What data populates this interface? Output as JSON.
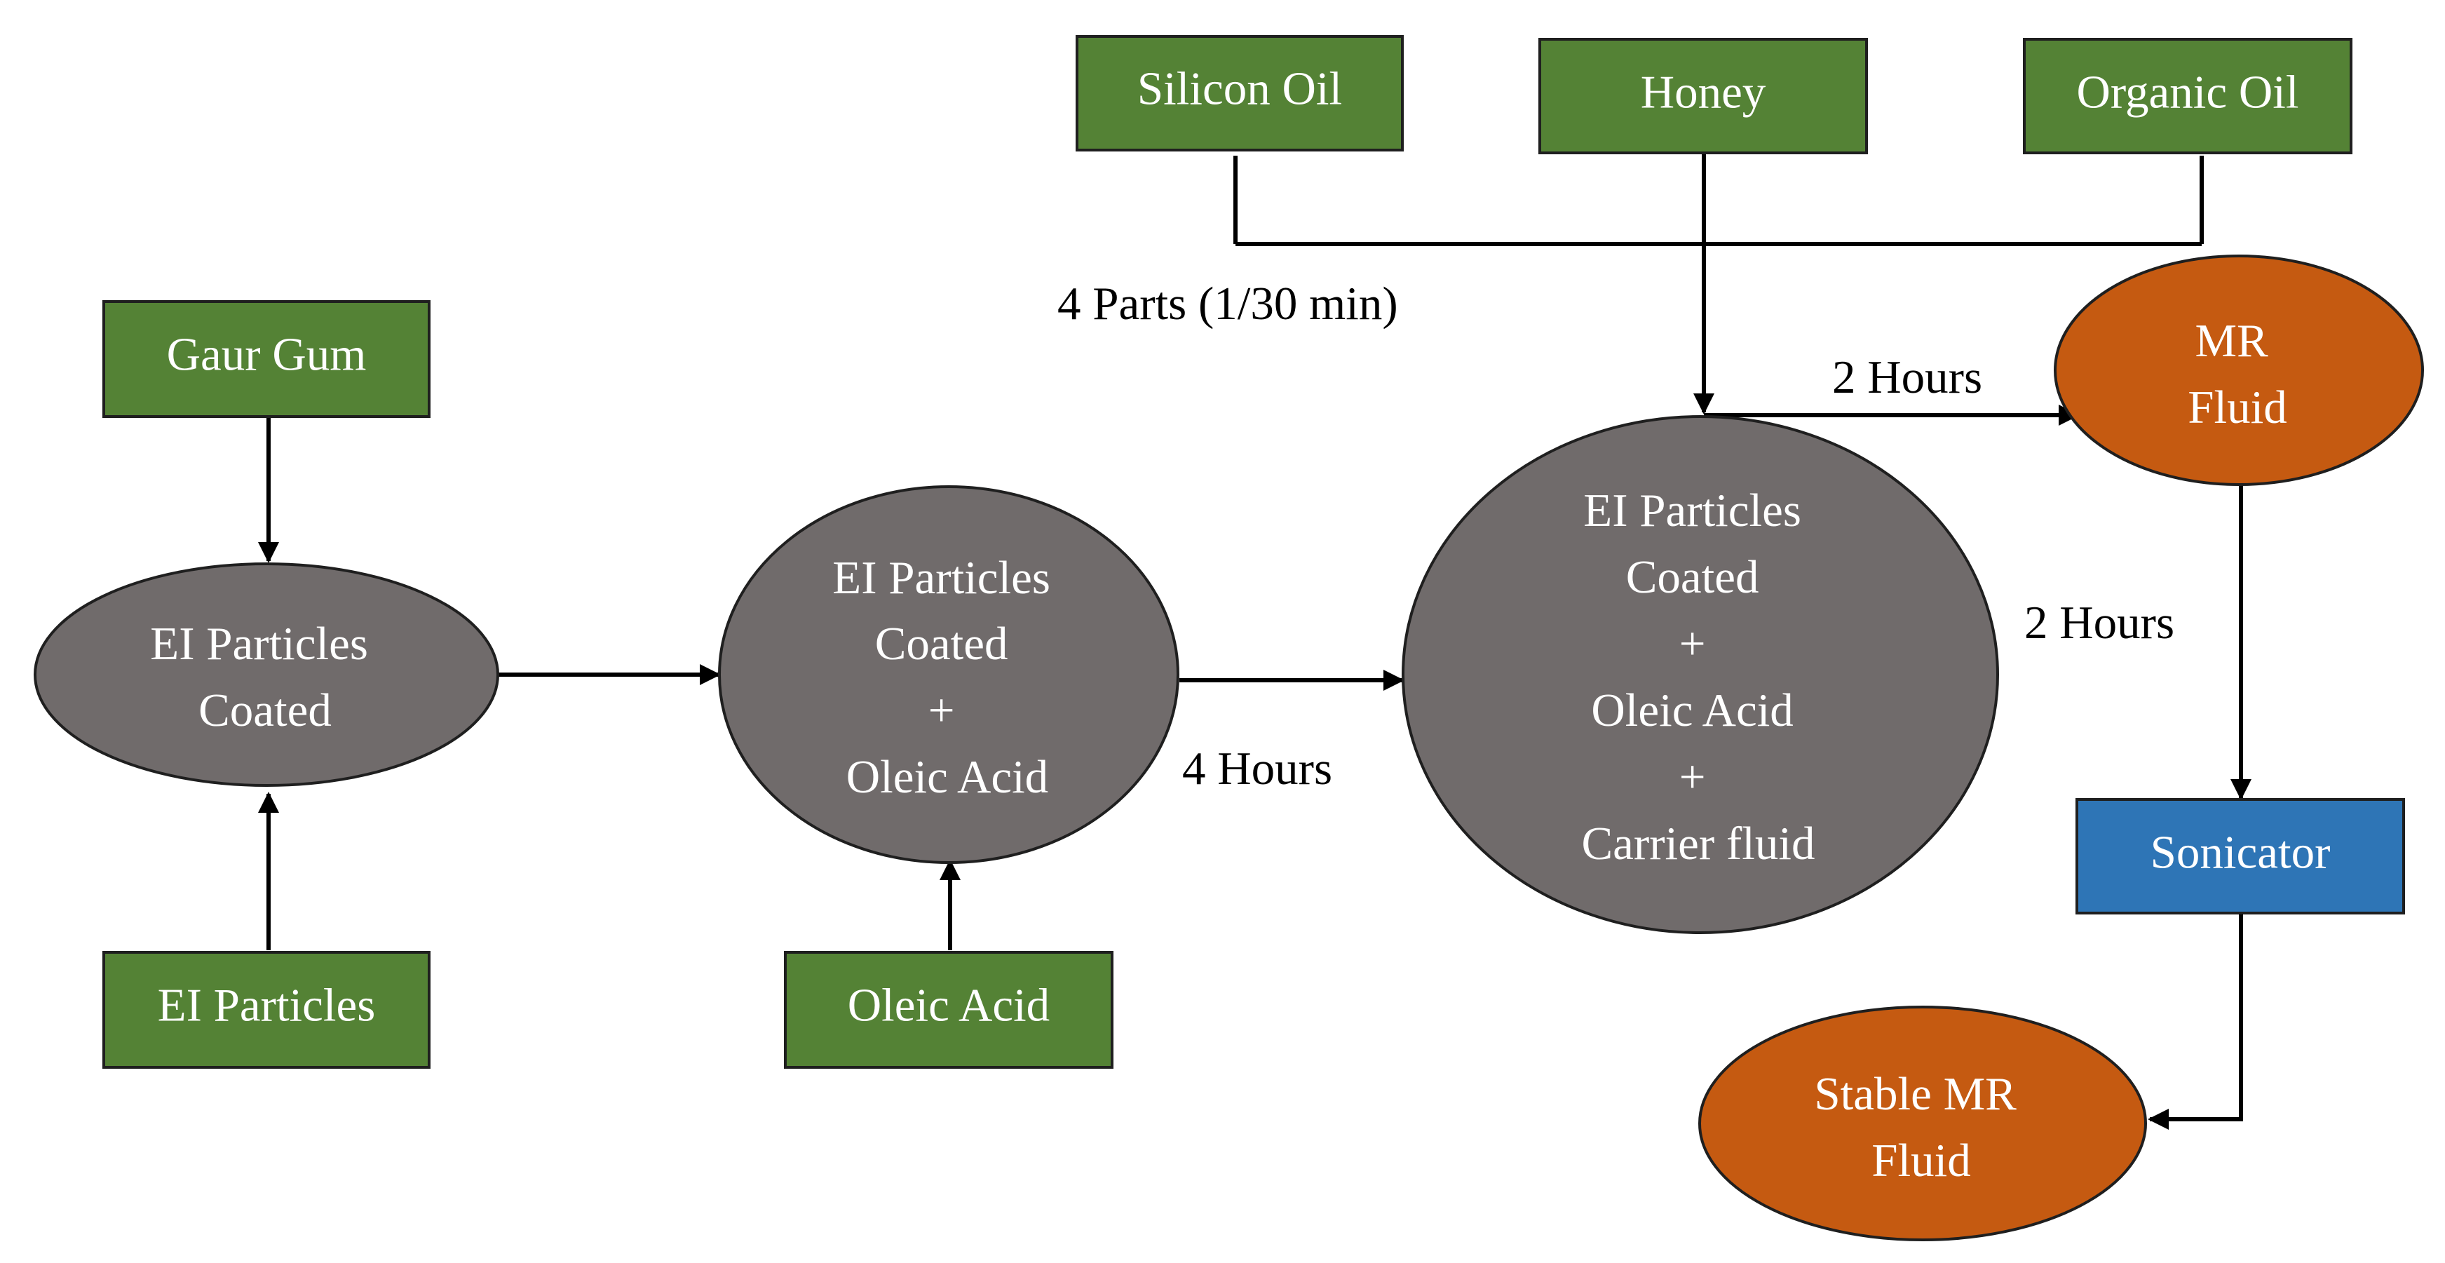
{
  "nodes": {
    "silicon_oil": "Silicon Oil",
    "honey": "Honey",
    "organic_oil": "Organic  Oil",
    "gaur_gum": "Gaur  Gum",
    "ei_particles": "EI Particles",
    "oleic_acid": "Oleic Acid",
    "sonicator": "Sonicator",
    "coated": [
      "EI Particles",
      "Coated"
    ],
    "coated_oleic": [
      "EI Particles",
      "Coated",
      "+",
      "Oleic Acid"
    ],
    "coated_oleic_carrier": [
      "EI Particles",
      "Coated",
      "+",
      "Oleic Acid",
      "+",
      "Carrier  fluid"
    ],
    "mr_fluid": [
      "MR",
      "Fluid"
    ],
    "stable_mr_fluid": [
      "Stable MR",
      "Fluid"
    ]
  },
  "edge_labels": {
    "four_parts": "4 Parts (1/30 min)",
    "four_hours": "4 Hours",
    "two_hours_right": "2 Hours",
    "two_hours_down": "2 Hours"
  },
  "colors": {
    "input_box": "#548235",
    "process_box": "#2e75b6",
    "intermediate": "#706b6b",
    "product": "#c55a11"
  }
}
